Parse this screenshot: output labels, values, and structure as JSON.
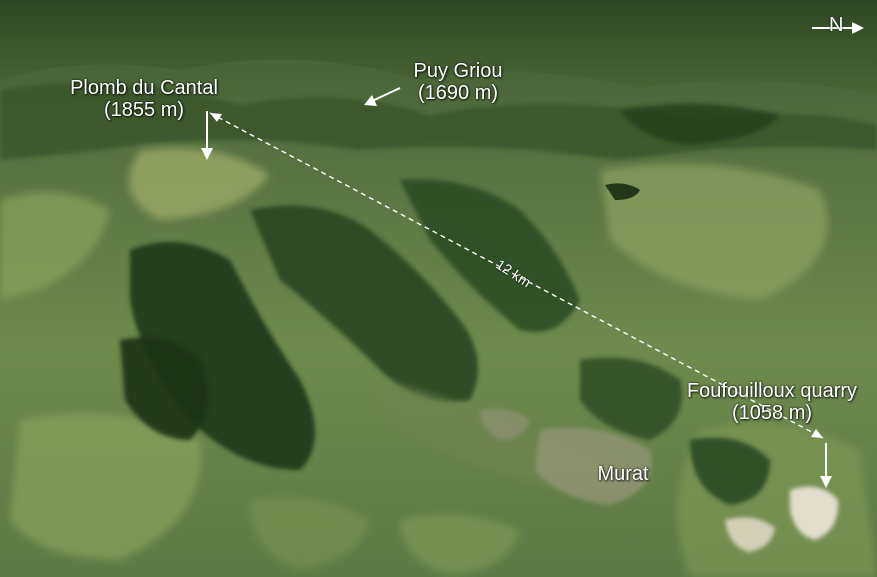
{
  "labels": {
    "plomb_name": "Plomb du Cantal",
    "plomb_elev": "(1855 m)",
    "griou_name": "Puy Griou",
    "griou_elev": "(1690 m)",
    "murat": "Murat",
    "quarry_name": "Foufouilloux quarry",
    "quarry_elev": "(1058 m)"
  },
  "scale": {
    "distance": "12 km"
  },
  "compass": {
    "letter": "N",
    "icon": "north-arrow-icon"
  },
  "colors": {
    "label_text": "#ffffff",
    "forest": "#2f4a22",
    "meadow": "#7f9556",
    "quarry": "#e8e2d4"
  }
}
